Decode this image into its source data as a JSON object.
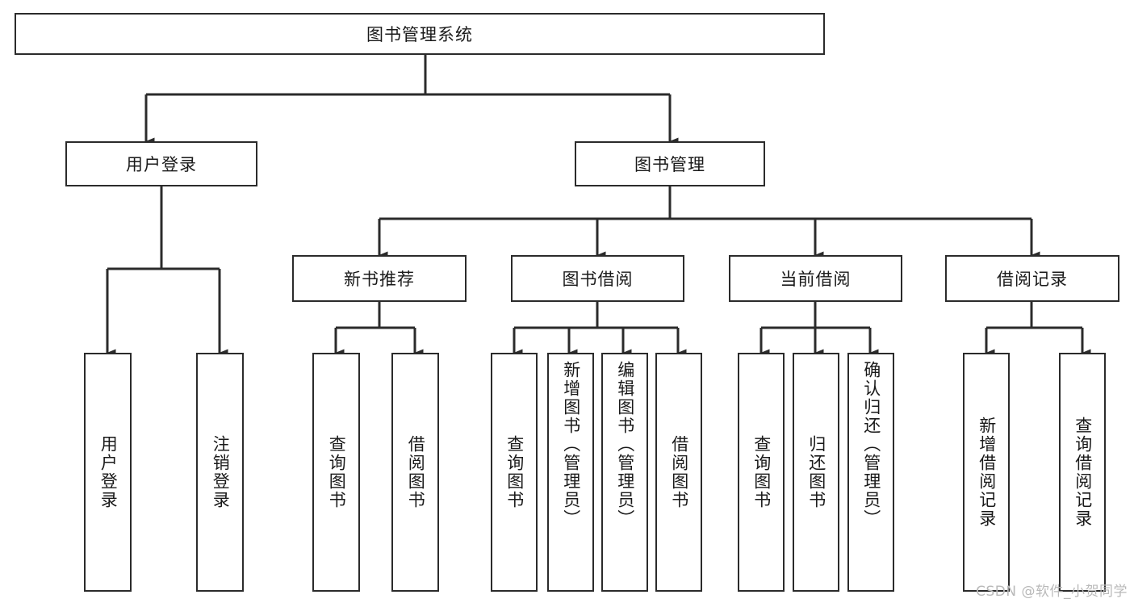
{
  "diagram": {
    "type": "tree-hierarchy-diagram",
    "title": "图书管理系统",
    "orientation": "top-down",
    "colors": {
      "stroke": "#2b2b2b",
      "box_fill": "#ffffff",
      "text": "#1a1a1a",
      "watermark": "#b9b9b9",
      "background": "#ffffff"
    },
    "levels": {
      "level1": [
        "图书管理系统"
      ],
      "level2": [
        "用户登录",
        "图书管理"
      ],
      "level3": [
        "新书推荐",
        "图书借阅",
        "当前借阅",
        "借阅记录"
      ],
      "level4": [
        "用户登录",
        "注销登录",
        "查询图书",
        "借阅图书",
        "查询图书",
        "新增图书（管理员）",
        "编辑图书（管理员）",
        "借阅图书",
        "查询图书",
        "归还图书",
        "确认归还（管理员）",
        "新增借阅记录",
        "查询借阅记录"
      ]
    },
    "root": {
      "label": "图书管理系统"
    },
    "branch_user": {
      "label": "用户登录",
      "children": [
        {
          "label": "用户登录"
        },
        {
          "label": "注销登录"
        }
      ]
    },
    "branch_book": {
      "label": "图书管理",
      "groups": [
        {
          "label": "新书推荐",
          "children": [
            {
              "label": "查询图书"
            },
            {
              "label": "借阅图书"
            }
          ]
        },
        {
          "label": "图书借阅",
          "children": [
            {
              "label": "查询图书"
            },
            {
              "label": "新增图书（管理员）"
            },
            {
              "label": "编辑图书（管理员）"
            },
            {
              "label": "借阅图书"
            }
          ]
        },
        {
          "label": "当前借阅",
          "children": [
            {
              "label": "查询图书"
            },
            {
              "label": "归还图书"
            },
            {
              "label": "确认归还（管理员）"
            }
          ]
        },
        {
          "label": "借阅记录",
          "children": [
            {
              "label": "新增借阅记录"
            },
            {
              "label": "查询借阅记录"
            }
          ]
        }
      ]
    }
  },
  "watermark": {
    "text": "CSDN @软件_小贺同学"
  }
}
